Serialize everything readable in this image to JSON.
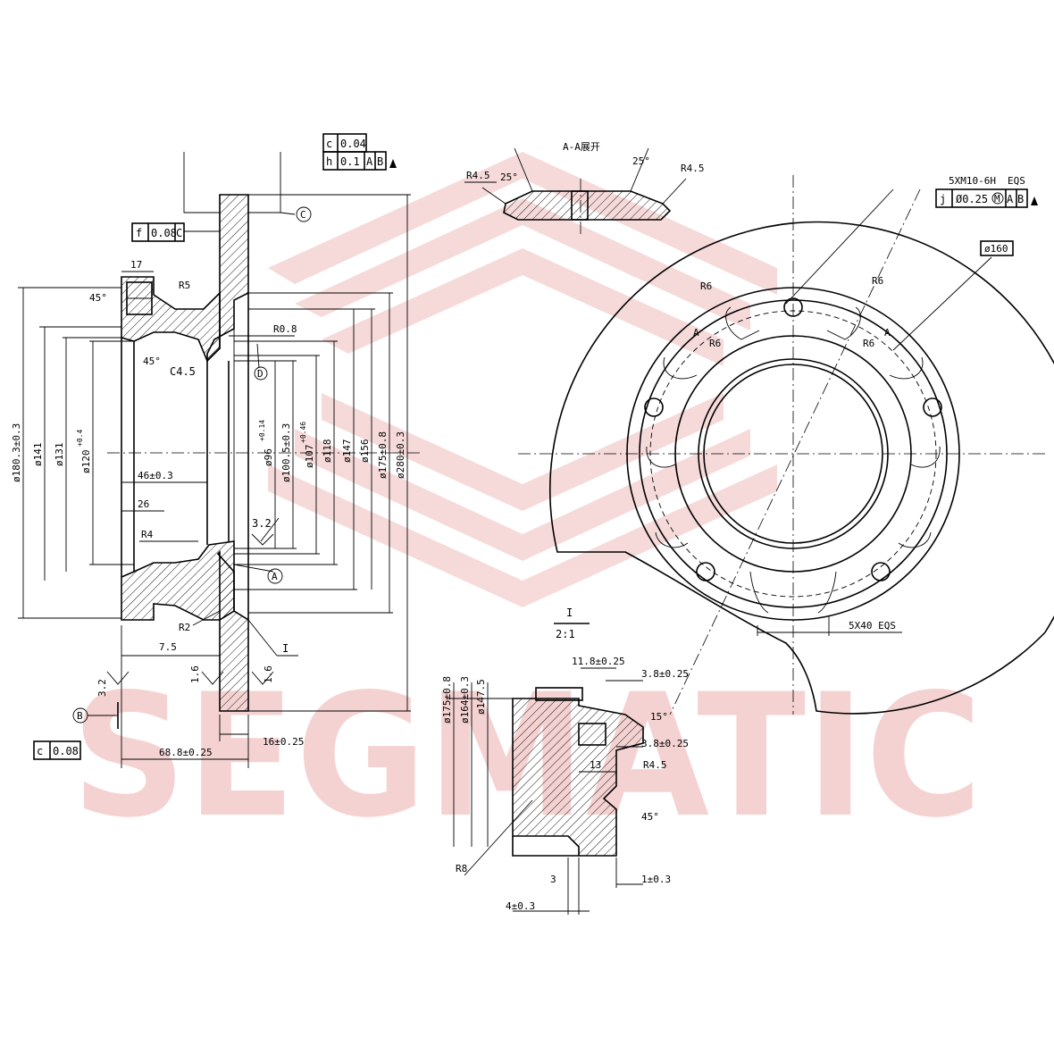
{
  "watermark": {
    "text": "SEGMATIC",
    "color": "#f2c4c4"
  },
  "colors": {
    "line": "#000000",
    "background": "#ffffff"
  },
  "section_title": "A-A展开",
  "detail": {
    "title": "I",
    "scale": "2:1"
  },
  "tolerance_frames": {
    "top1": {
      "sym": "c",
      "val": "0.04"
    },
    "top2": {
      "sym": "h",
      "val": "0.1",
      "ref": "A",
      "ref2": "B"
    },
    "left": {
      "sym": "f",
      "val": "0.08",
      "ref": "C"
    },
    "bottom": {
      "sym": "c",
      "val": "0.08"
    },
    "right": {
      "sym": "j",
      "val": "Ø0.25",
      "mod": "M",
      "ref": "A",
      "ref2": "B"
    }
  },
  "datums": {
    "a": "A",
    "b": "B",
    "c": "C",
    "d": "D",
    "i": "I"
  },
  "left_view": {
    "dims": {
      "w17": "17",
      "r5": "R5",
      "a45_top": "45°",
      "a45_low": "45°",
      "c45": "C4.5",
      "r08": "R0.8",
      "d1803": "ø180.3±0.3",
      "d141": "ø141",
      "d131": "ø131",
      "d120": "ø120",
      "d120_tol": "+0.4",
      "d96": "ø96",
      "d96_tol": "+0.14",
      "d1005": "ø100.5±0.3",
      "d107": "ø107",
      "d107_tol": "+0.46",
      "d118": "ø118",
      "d147": "ø147",
      "d156": "ø156",
      "d175": "ø175±0.8",
      "d280": "ø280±0.3",
      "w46": "46±0.3",
      "w26": "26",
      "r4": "R4",
      "r2": "R2",
      "v32": "3.2",
      "w75": "7.5",
      "rough16a": "1.6",
      "rough16b": "1.6",
      "rough32": "3.2",
      "w16": "16±0.25",
      "w688": "68.8±0.25"
    }
  },
  "right_view": {
    "dims": {
      "thread": "5XM10-6H",
      "eqs_top": "EQS",
      "d160": "ø160",
      "r6_a": "R6",
      "r6_b": "R6",
      "r6_c": "R6",
      "r6_d": "R6",
      "sec_a1": "A",
      "sec_a2": "A",
      "holes": "5X40 EQS"
    }
  },
  "section_aa": {
    "dims": {
      "r45_left": "R4.5",
      "a25_left": "25°",
      "a25_right": "25°",
      "r45_right": "R4.5"
    }
  },
  "detail_i": {
    "dims": {
      "d175": "ø175±0.8",
      "d164": "ø164±0.3",
      "d1475": "ø147.5",
      "w118": "11.8±0.25",
      "w38a": "3.8±0.25",
      "a15": "15°",
      "w38b": "3.8±0.25",
      "w13": "13",
      "r45": "R4.5",
      "a45": "45°",
      "r8": "R8",
      "w3": "3",
      "w1": "1±0.3",
      "w4": "4±0.3"
    }
  }
}
